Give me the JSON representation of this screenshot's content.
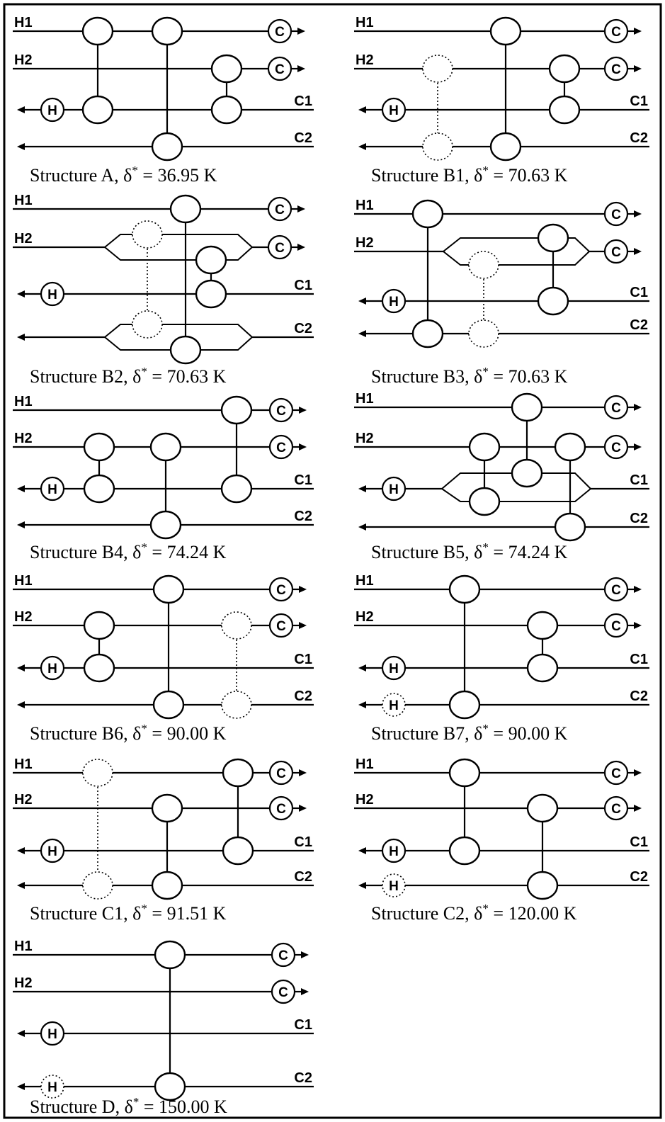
{
  "figure": {
    "stream_labels": {
      "hot1": "H1",
      "hot2": "H2",
      "cold1": "C1",
      "cold2": "C2"
    },
    "cooler_label": "C",
    "heater_label": "H",
    "structures": [
      {
        "id": "A",
        "caption_prefix": "Structure A, δ",
        "caption_sup": "*",
        "caption_value": " = 36.95 K"
      },
      {
        "id": "B1",
        "caption_prefix": "Structure B1, δ",
        "caption_sup": "*",
        "caption_value": " = 70.63 K"
      },
      {
        "id": "B2",
        "caption_prefix": "Structure B2, δ",
        "caption_sup": "*",
        "caption_value": " = 70.63 K"
      },
      {
        "id": "B3",
        "caption_prefix": "Structure B3, δ",
        "caption_sup": "*",
        "caption_value": " = 70.63 K"
      },
      {
        "id": "B4",
        "caption_prefix": "Structure B4, δ",
        "caption_sup": "*",
        "caption_value": " = 74.24 K"
      },
      {
        "id": "B5",
        "caption_prefix": "Structure B5, δ",
        "caption_sup": "*",
        "caption_value": " = 74.24 K"
      },
      {
        "id": "B6",
        "caption_prefix": "Structure B6, δ",
        "caption_sup": "*",
        "caption_value": " = 90.00 K"
      },
      {
        "id": "B7",
        "caption_prefix": "Structure B7, δ",
        "caption_sup": "*",
        "caption_value": " = 90.00 K"
      },
      {
        "id": "C1",
        "caption_prefix": "Structure C1, δ",
        "caption_sup": "*",
        "caption_value": " = 91.51 K"
      },
      {
        "id": "C2",
        "caption_prefix": "Structure C2, δ",
        "caption_sup": "*",
        "caption_value": " = 120.00 K"
      },
      {
        "id": "D",
        "caption_prefix": "Structure D, δ",
        "caption_sup": "*",
        "caption_value": " = 150.00 K"
      }
    ]
  }
}
